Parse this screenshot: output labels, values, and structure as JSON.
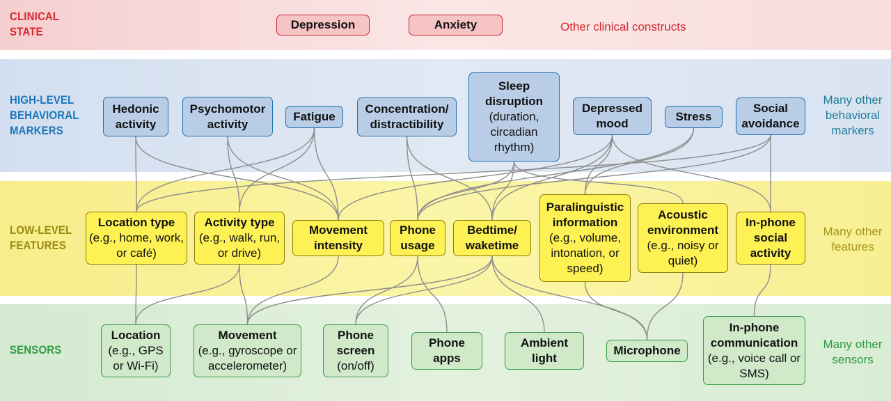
{
  "bands": {
    "clinical": {
      "label": [
        "CLINICAL",
        "STATE"
      ],
      "color": "#d7262e",
      "other": "Other clinical constructs"
    },
    "high": {
      "label": [
        "HIGH-LEVEL",
        "BEHAVIORAL",
        "MARKERS"
      ],
      "color": "#1b75bb",
      "other": [
        "Many other",
        "behavioral",
        "markers"
      ],
      "other_color": "#1d7d9b"
    },
    "low": {
      "label": [
        "LOW-LEVEL",
        "FEATURES"
      ],
      "color": "#9a8a10",
      "other": [
        "Many other",
        "features"
      ],
      "other_color": "#a6961a"
    },
    "sensors": {
      "label": [
        "SENSORS"
      ],
      "color": "#2e9a44",
      "other": [
        "Many other",
        "sensors"
      ],
      "other_color": "#2e9a44"
    }
  },
  "nodes": {
    "depression": {
      "title": "Depression"
    },
    "anxiety": {
      "title": "Anxiety"
    },
    "hedonic": {
      "title": "Hedonic activity"
    },
    "psychomotor": {
      "title": "Psychomotor activity"
    },
    "fatigue": {
      "title": "Fatigue"
    },
    "concentration": {
      "title": "Concentration/ distractibility"
    },
    "sleep": {
      "title": "Sleep disruption",
      "sub": "(duration, circadian rhythm)"
    },
    "mood": {
      "title": "Depressed mood"
    },
    "stress": {
      "title": "Stress"
    },
    "social": {
      "title": "Social avoidance"
    },
    "loctype": {
      "title": "Location type",
      "sub": "(e.g., home, work, or café)"
    },
    "acttype": {
      "title": "Activity type",
      "sub": "(e.g., walk, run, or drive)"
    },
    "moveint": {
      "title": "Movement intensity"
    },
    "phoneuse": {
      "title": "Phone usage"
    },
    "bedtime": {
      "title": "Bedtime/ waketime"
    },
    "paraling": {
      "title": "Paralinguistic information",
      "sub": "(e.g., volume, intonation, or speed)"
    },
    "acoustic": {
      "title": "Acoustic environment",
      "sub": "(e.g., noisy or quiet)"
    },
    "inphonesoc": {
      "title": "In-phone social activity"
    },
    "location": {
      "title": "Location",
      "sub": "(e.g., GPS or Wi-Fi)"
    },
    "movement": {
      "title": "Movement",
      "sub": "(e.g., gyroscope or accelerometer)"
    },
    "screen": {
      "title": "Phone screen",
      "sub": "(on/off)"
    },
    "apps": {
      "title": "Phone apps"
    },
    "light": {
      "title": "Ambient light"
    },
    "mic": {
      "title": "Microphone"
    },
    "comm": {
      "title": "In-phone communication",
      "sub": "(e.g., voice call or SMS)"
    }
  },
  "edges": [
    [
      "hedonic",
      "loctype"
    ],
    [
      "hedonic",
      "moveint"
    ],
    [
      "psychomotor",
      "acttype"
    ],
    [
      "psychomotor",
      "moveint"
    ],
    [
      "fatigue",
      "loctype"
    ],
    [
      "fatigue",
      "acttype"
    ],
    [
      "fatigue",
      "moveint"
    ],
    [
      "concentration",
      "phoneuse"
    ],
    [
      "concentration",
      "bedtime"
    ],
    [
      "sleep",
      "phoneuse"
    ],
    [
      "sleep",
      "bedtime"
    ],
    [
      "sleep",
      "acoustic"
    ],
    [
      "mood",
      "moveint"
    ],
    [
      "mood",
      "paraling"
    ],
    [
      "mood",
      "inphonesoc"
    ],
    [
      "mood",
      "bedtime"
    ],
    [
      "stress",
      "paraling"
    ],
    [
      "stress",
      "phoneuse"
    ],
    [
      "social",
      "loctype"
    ],
    [
      "social",
      "phoneuse"
    ],
    [
      "social",
      "inphonesoc"
    ],
    [
      "loctype",
      "location"
    ],
    [
      "acttype",
      "location"
    ],
    [
      "acttype",
      "movement"
    ],
    [
      "moveint",
      "movement"
    ],
    [
      "phoneuse",
      "screen"
    ],
    [
      "phoneuse",
      "apps"
    ],
    [
      "bedtime",
      "movement"
    ],
    [
      "bedtime",
      "screen"
    ],
    [
      "bedtime",
      "light"
    ],
    [
      "bedtime",
      "mic"
    ],
    [
      "paraling",
      "mic"
    ],
    [
      "acoustic",
      "mic"
    ],
    [
      "inphonesoc",
      "comm"
    ]
  ]
}
